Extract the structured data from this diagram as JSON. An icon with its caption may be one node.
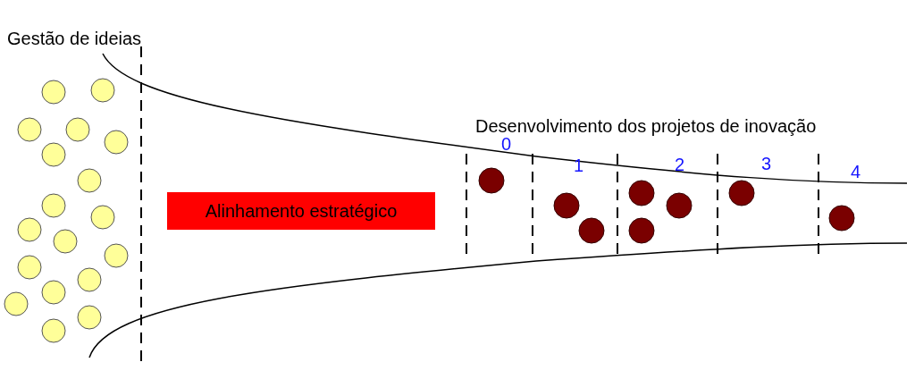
{
  "diagram": {
    "nodes": [
      {
        "text": [
          "Alinhamento estratégico"
        ]
      }
    ],
    "labels": [
      "Gestão de ideias",
      "Desenvolvimento dos projetos de inovação",
      "0",
      "1",
      "2",
      "3",
      "4"
    ]
  }
}
